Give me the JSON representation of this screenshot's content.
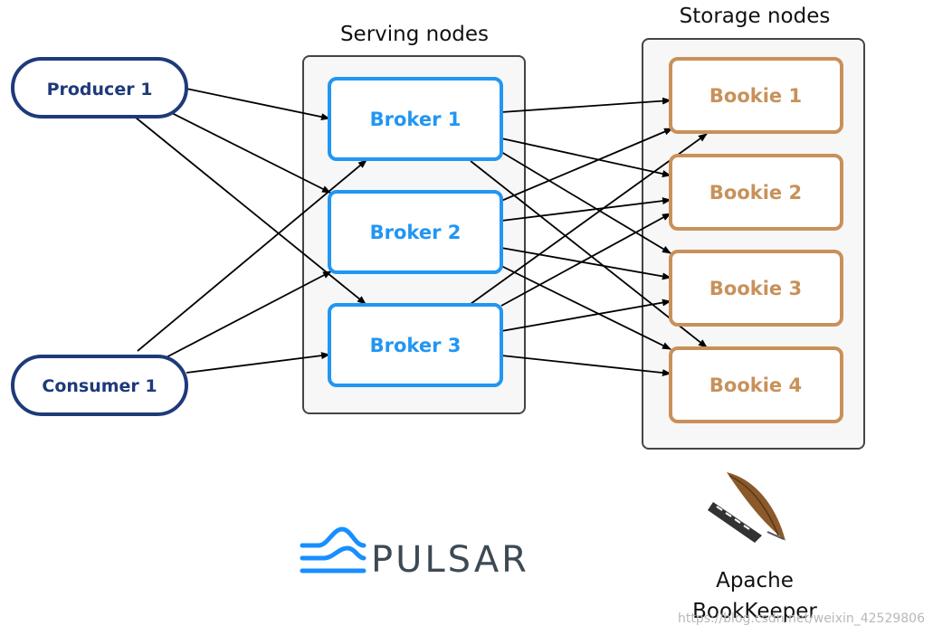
{
  "groups": {
    "serving_label": "Serving nodes",
    "storage_label": "Storage nodes"
  },
  "clients": {
    "producer": "Producer 1",
    "consumer": "Consumer 1"
  },
  "brokers": [
    "Broker 1",
    "Broker 2",
    "Broker 3"
  ],
  "bookies": [
    "Bookie 1",
    "Bookie 2",
    "Bookie 3",
    "Bookie 4"
  ],
  "logos": {
    "pulsar": "PULSAR",
    "bookkeeper_line1": "Apache",
    "bookkeeper_line2": "BookKeeper",
    "feather_icon": "apache-feather-icon",
    "pulsar_icon": "pulsar-wave-icon"
  },
  "watermark": "https://blog.csdn.net/weixin_42529806",
  "colors": {
    "client": "#1e3a7a",
    "broker": "#2196f3",
    "bookie": "#c8915a",
    "group_fill": "#f7f7f7",
    "group_stroke": "#444444",
    "pulsar_logo": "#3d4a54",
    "pulsar_wave": "#188fff",
    "arrow": "#000000"
  }
}
